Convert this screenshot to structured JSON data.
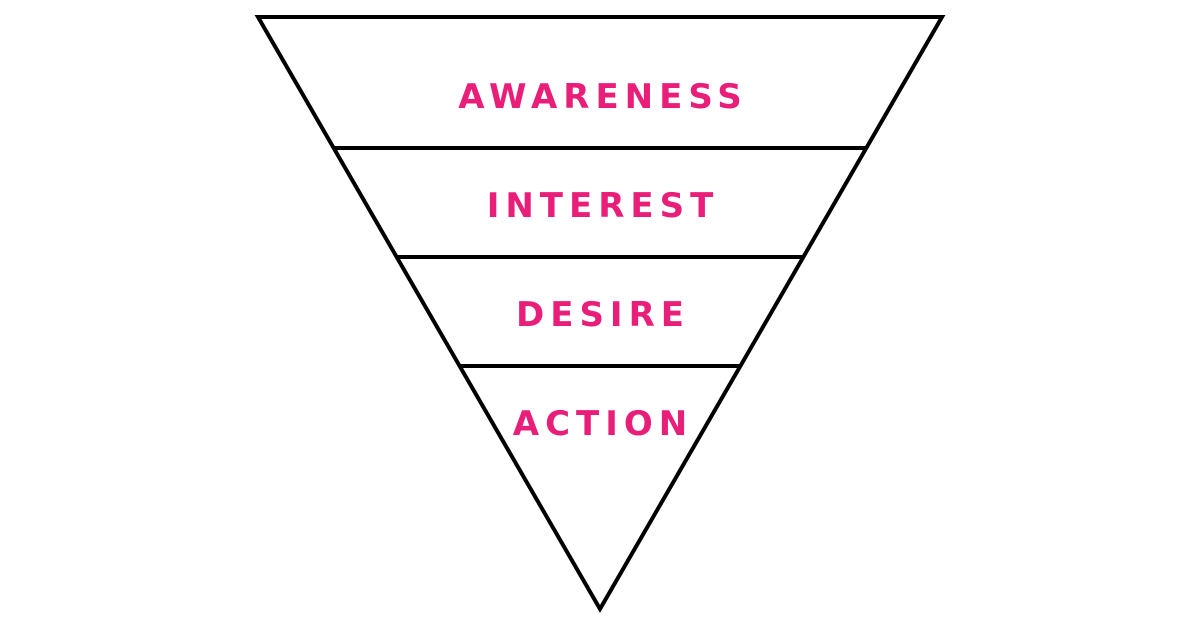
{
  "diagram": {
    "type": "inverted-funnel",
    "accent_color": "#e91e78",
    "line_color": "#000000",
    "background_color": "#ffffff",
    "stages": [
      {
        "label": "AWARENESS"
      },
      {
        "label": "INTEREST"
      },
      {
        "label": "DESIRE"
      },
      {
        "label": "ACTION"
      }
    ]
  }
}
